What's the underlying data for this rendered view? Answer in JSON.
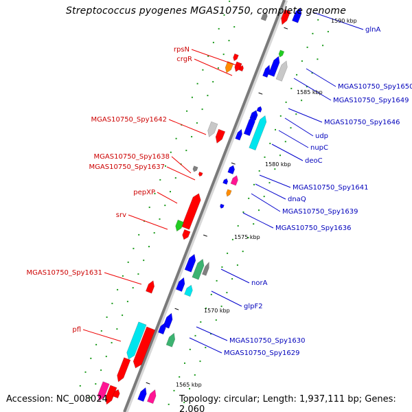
{
  "title": "Streptococcus pyogenes MGAS10750, complete genome",
  "footer": {
    "accession": "Accession: NC_008024",
    "summary": "Topology: circular; Length: 1,937,111 bp; Genes: 2,060"
  },
  "colors": {
    "backbone": "#7a7a7a",
    "dots": "#1a9a1a",
    "forward_label": "#cc0000",
    "reverse_label": "#0000bb",
    "gene_palette": [
      "#ff0000",
      "#0000ff",
      "#00e5ee",
      "#b0a060",
      "#ff8c00",
      "#ff1493",
      "#22cc22",
      "#c8c8c8",
      "#808080",
      "#3cb371"
    ]
  },
  "scale": {
    "ticks": [
      "1590 kbp",
      "1585 kbp",
      "1580 kbp",
      "1575 kbp",
      "1570 kbp",
      "1565 kbp"
    ]
  },
  "labels": {
    "left": [
      "rpsN",
      "crgR",
      "MGAS10750_Spy1642",
      "MGAS10750_Spy1638",
      "MGAS10750_Spy1637",
      "pepXP",
      "srv",
      "MGAS10750_Spy1631",
      "pfl"
    ],
    "right": [
      "glnA",
      "MGAS10750_Spy1650",
      "MGAS10750_Spy1649",
      "MGAS10750_Spy1646",
      "udp",
      "nupC",
      "deoC",
      "MGAS10750_Spy1641",
      "dnaQ",
      "MGAS10750_Spy1639",
      "MGAS10750_Spy1636",
      "norA",
      "glpF2",
      "MGAS10750_Spy1630",
      "MGAS10750_Spy1629"
    ]
  }
}
